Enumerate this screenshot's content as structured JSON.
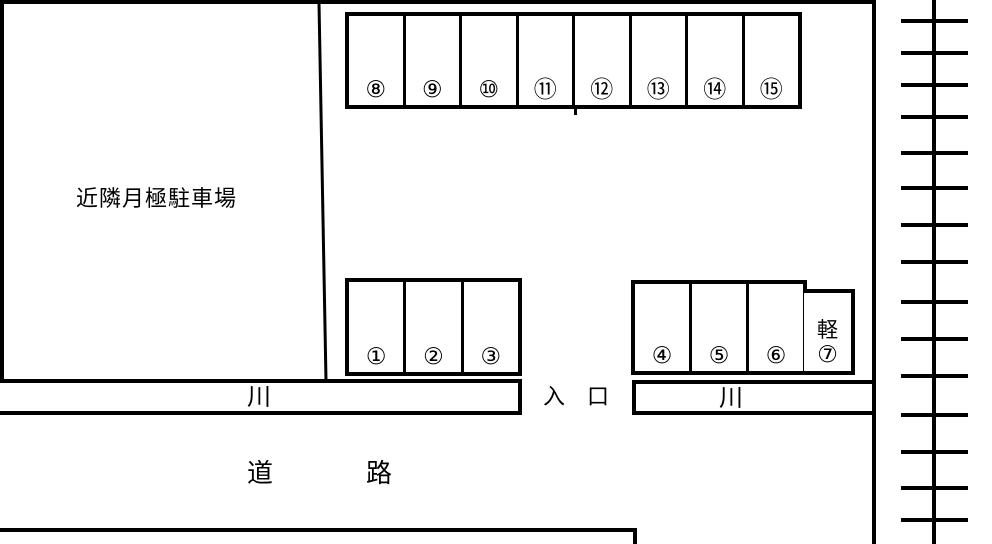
{
  "labels": {
    "neighbor_lot": "近隣月極駐車場",
    "river_left": "川",
    "river_right": "川",
    "entrance_left": "入",
    "entrance_right": "口",
    "road_left": "道",
    "road_right": "路",
    "kei": "軽",
    "kei_space": "⑦"
  },
  "parking_spaces": {
    "top_row": [
      "⑧",
      "⑨",
      "⑩",
      "⑪",
      "⑫",
      "⑬",
      "⑭",
      "⑮"
    ],
    "middle_left_row": [
      "①",
      "②",
      "③"
    ],
    "middle_right_row": [
      "④",
      "⑤",
      "⑥"
    ]
  },
  "colors": {
    "line": "#000000",
    "background": "#ffffff"
  }
}
